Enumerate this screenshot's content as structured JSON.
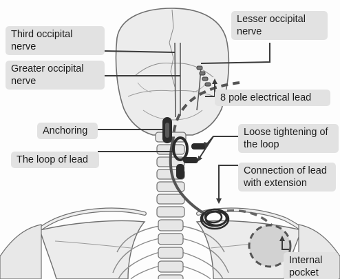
{
  "labels": {
    "third_occipital_nerve": [
      "Third occipital",
      "nerve"
    ],
    "greater_occipital_nerve": [
      "Greater occipital",
      "nerve"
    ],
    "lesser_occipital_nerve": [
      "Lesser occipital",
      "nerve"
    ],
    "electrical_lead": "8 pole electrical lead",
    "anchoring": "Anchoring",
    "loop_of_lead": "The loop of lead",
    "loose_tightening": [
      "Loose tightening of",
      "the loop"
    ],
    "connection": [
      "Connection of lead",
      "with extension"
    ],
    "internal_pocket": [
      "Internal",
      "pocket"
    ]
  },
  "colors": {
    "label_bg": "#e2e2e2",
    "bone_fill": "#ececec",
    "bone_stroke": "#707070",
    "lead": "#555555",
    "device": "#2a2a2a",
    "pocket_fill": "#d2d2d2"
  }
}
